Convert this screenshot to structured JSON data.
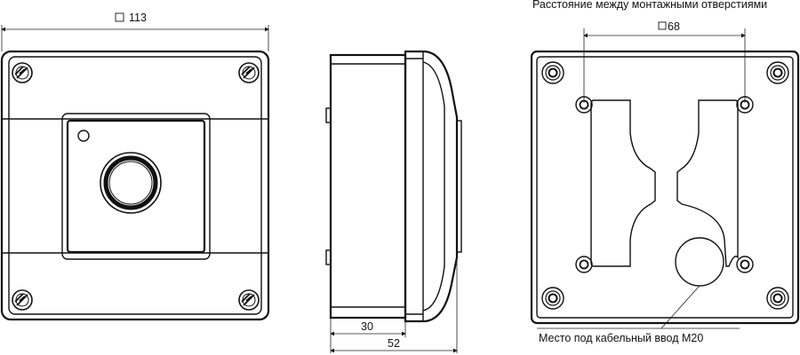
{
  "dimensions": {
    "front_width": "113",
    "front_width_symbol": "□",
    "side_depth_small": "30",
    "side_depth_total": "52",
    "mounting_distance": "68",
    "mounting_distance_symbol": "□"
  },
  "annotations": {
    "mounting_holes_title": "Расстояние между монтажными отверстиями",
    "cable_entry_label": "Место под кабельный ввод М20"
  }
}
